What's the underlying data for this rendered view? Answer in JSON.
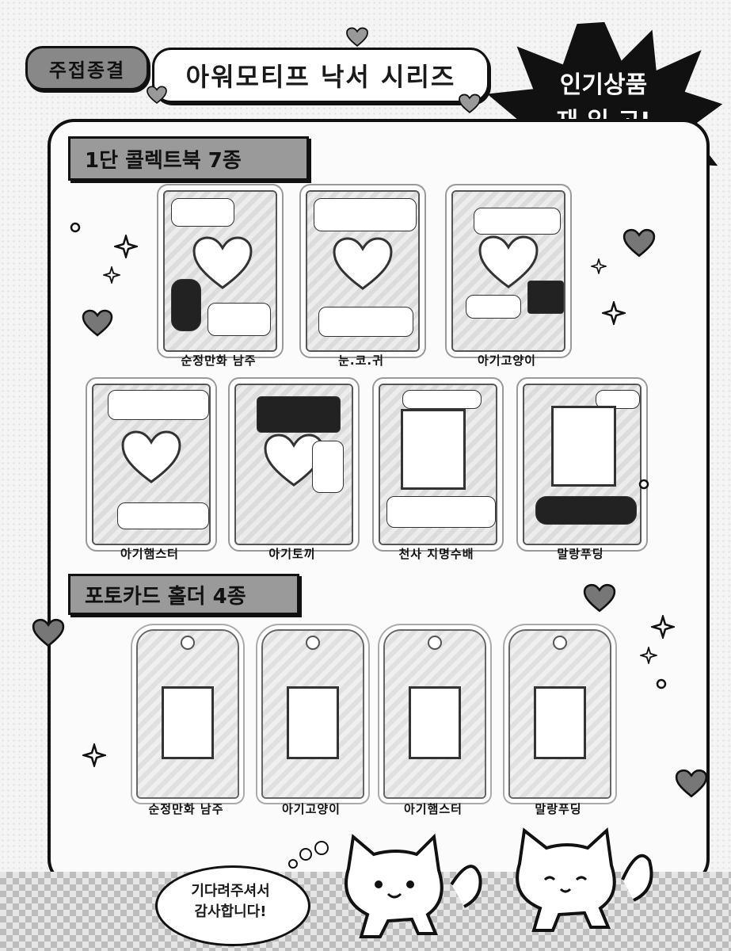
{
  "header": {
    "tag_left": "주접종결",
    "title": "아워모티프 낙서 시리즈",
    "burst_line1": "인기상품",
    "burst_line2": "재.입.고!"
  },
  "sections": {
    "notebooks": "1단 콜렉트북 7종",
    "holders": "포토카드 홀더 4종"
  },
  "notebooks": [
    {
      "name": "순정만화 남주",
      "window": "heart"
    },
    {
      "name": "눈.코.귀",
      "window": "heart"
    },
    {
      "name": "아기고양이",
      "window": "heart"
    },
    {
      "name": "아기햄스터",
      "window": "heart"
    },
    {
      "name": "아기토끼",
      "window": "heart"
    },
    {
      "name": "천사 지명수배",
      "window": "rect"
    },
    {
      "name": "말랑푸딩",
      "window": "rect"
    }
  ],
  "holders": [
    {
      "name": "순정만화 남주"
    },
    {
      "name": "아기고양이"
    },
    {
      "name": "아기햄스터"
    },
    {
      "name": "말랑푸딩"
    }
  ],
  "footer": {
    "thanks_line1": "기다려주셔서",
    "thanks_line2": "감사합니다!"
  },
  "colors": {
    "ink": "#111111",
    "gray": "#9a9a9a",
    "paper": "#fbfbfb"
  }
}
